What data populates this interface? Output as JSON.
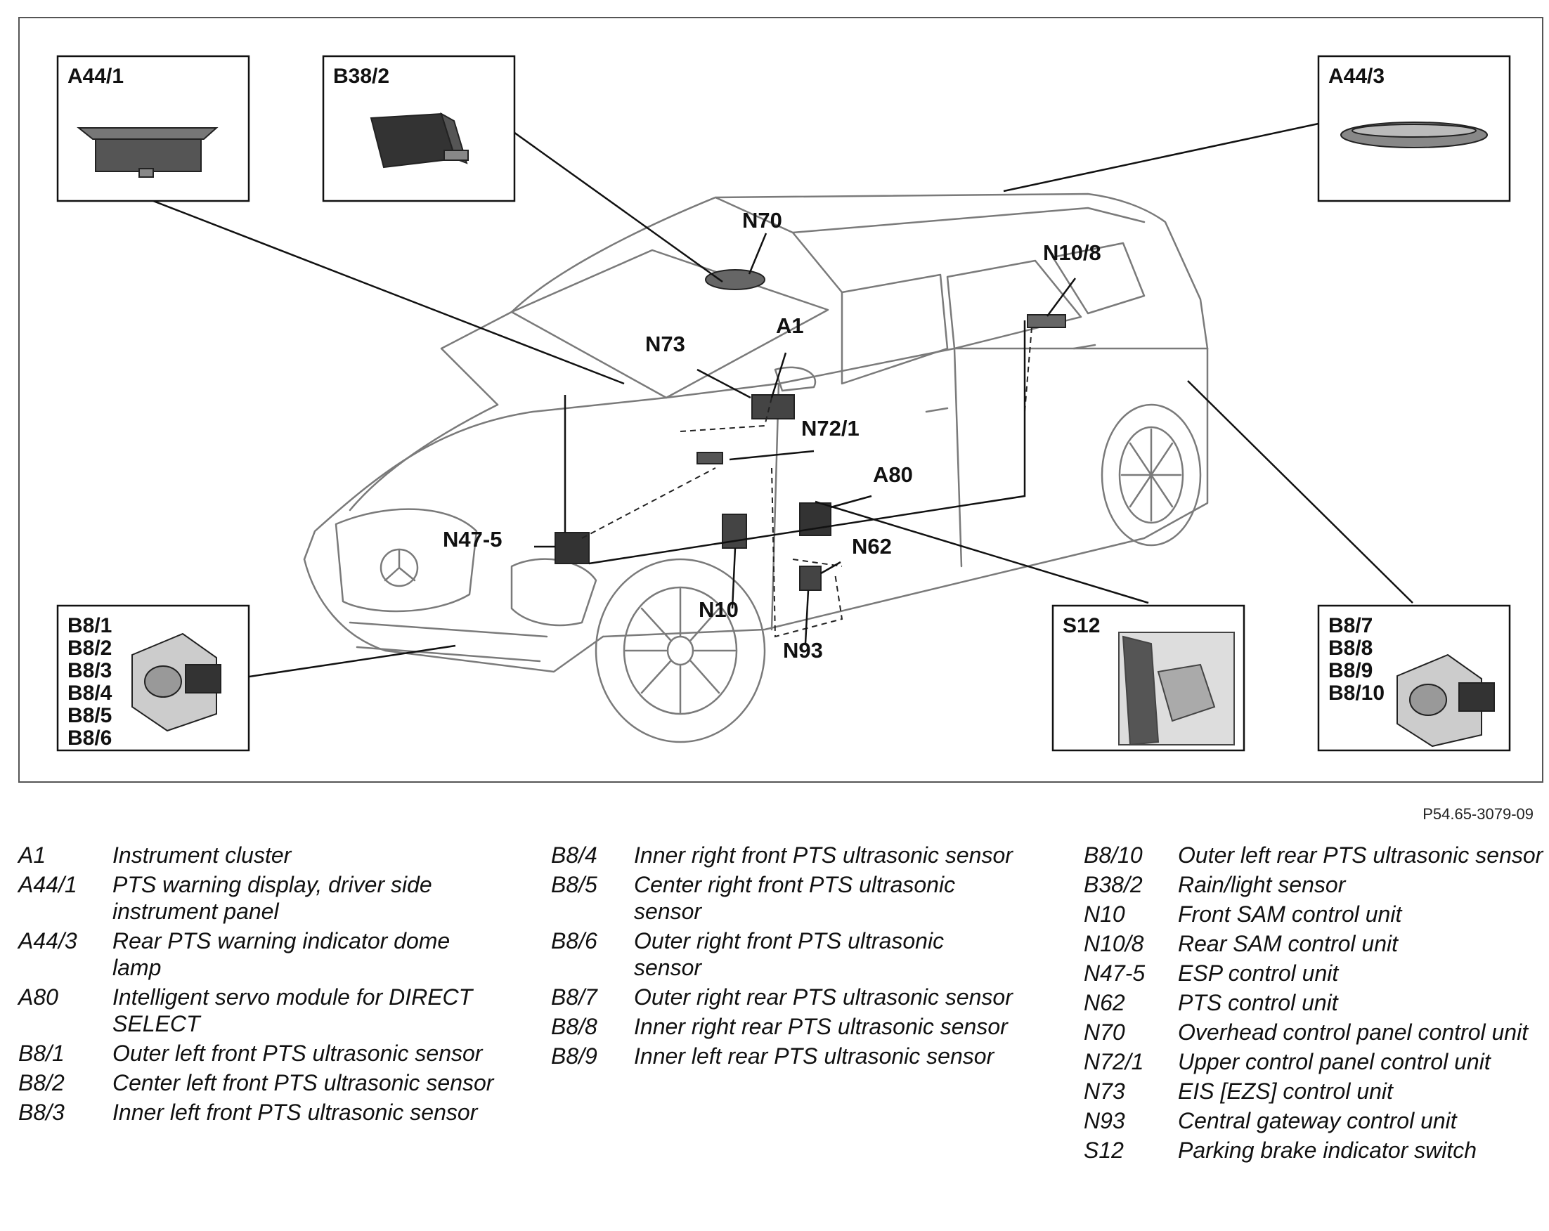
{
  "diagram": {
    "inset_boxes": {
      "a44_1": "A44/1",
      "b38_2": "B38/2",
      "a44_3": "A44/3",
      "b8_front": [
        "B8/1",
        "B8/2",
        "B8/3",
        "B8/4",
        "B8/5",
        "B8/6"
      ],
      "s12": "S12",
      "b8_rear": [
        "B8/7",
        "B8/8",
        "B8/9",
        "B8/10"
      ]
    },
    "callouts": {
      "n70": "N70",
      "n10_8": "N10/8",
      "n73": "N73",
      "a1": "A1",
      "n72_1": "N72/1",
      "a80": "A80",
      "n47_5": "N47-5",
      "n62": "N62",
      "n10": "N10",
      "n93": "N93"
    },
    "figure_id": "P54.65-3079-09"
  },
  "legend": {
    "column1": [
      {
        "code": "A1",
        "desc": "Instrument cluster"
      },
      {
        "code": "A44/1",
        "desc": "PTS warning display, driver side instrument panel"
      },
      {
        "code": "A44/3",
        "desc": "Rear PTS warning indicator dome lamp"
      },
      {
        "code": "A80",
        "desc": "Intelligent servo module for DIRECT SELECT"
      },
      {
        "code": "B8/1",
        "desc": "Outer left front PTS ultrasonic sensor"
      },
      {
        "code": "B8/2",
        "desc": "Center left front PTS ultrasonic sensor"
      },
      {
        "code": "B8/3",
        "desc": "Inner left front PTS ultrasonic sensor"
      }
    ],
    "column2": [
      {
        "code": "B8/4",
        "desc": "Inner right front PTS ultrasonic sensor"
      },
      {
        "code": "B8/5",
        "desc": "Center right front PTS ultrasonic sensor"
      },
      {
        "code": "B8/6",
        "desc": "Outer right front PTS ultrasonic sensor"
      },
      {
        "code": "B8/7",
        "desc": "Outer right rear PTS ultrasonic sensor"
      },
      {
        "code": "B8/8",
        "desc": "Inner right rear PTS ultrasonic sensor"
      },
      {
        "code": "B8/9",
        "desc": "Inner left rear PTS ultrasonic sensor"
      }
    ],
    "column3": [
      {
        "code": "B8/10",
        "desc": "Outer left rear PTS ultrasonic sensor"
      },
      {
        "code": "B38/2",
        "desc": "Rain/light sensor"
      },
      {
        "code": "N10",
        "desc": "Front SAM control unit"
      },
      {
        "code": "N10/8",
        "desc": "Rear SAM control unit"
      },
      {
        "code": "N47-5",
        "desc": "ESP control unit"
      },
      {
        "code": "N62",
        "desc": "PTS control unit"
      },
      {
        "code": "N70",
        "desc": "Overhead control panel control unit"
      },
      {
        "code": "N72/1",
        "desc": "Upper control panel control unit"
      },
      {
        "code": "N73",
        "desc": "EIS [EZS] control unit"
      },
      {
        "code": "N93",
        "desc": "Central gateway control unit"
      },
      {
        "code": "S12",
        "desc": "Parking brake indicator switch"
      }
    ]
  }
}
